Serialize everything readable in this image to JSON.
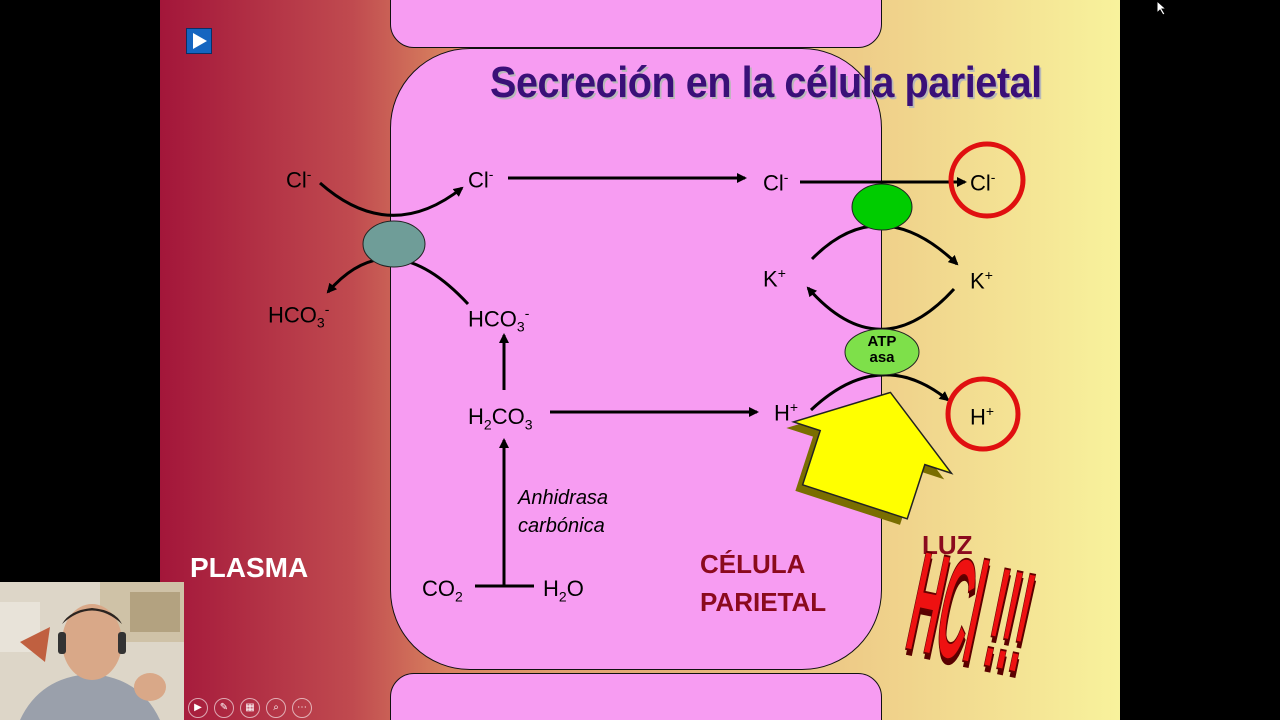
{
  "title": "Secreción en la célula parietal",
  "regions": {
    "plasma": "PLASMA",
    "cell_line1": "CÉLULA",
    "cell_line2": "PARIETAL",
    "lumen": "LUZ"
  },
  "ions": {
    "cl_plasma": "Cl",
    "cl_cell": "Cl",
    "cl_cell_right": "Cl",
    "cl_lumen": "Cl",
    "minus": "-",
    "plus": "+",
    "hco3_plasma": "HCO",
    "hco3_cell": "HCO",
    "sub3": "3",
    "sub2": "2",
    "k_cell": "K",
    "k_lumen": "K",
    "h_cell": "H",
    "h_lumen": "H",
    "h2co3_h": "H",
    "h2co3_co": "CO",
    "co2": "CO",
    "h2o_h": "H",
    "h2o_o": "O"
  },
  "enzyme": {
    "line1": "Anhidrasa",
    "line2": "carbónica"
  },
  "pump": {
    "line1": "ATP",
    "line2": "asa"
  },
  "hcl": "HCl !!!",
  "colors": {
    "title": "#3a1078",
    "cell_fill": "#f79cf2",
    "exchanger": "#6f9d98",
    "channel": "#00cc00",
    "atpase": "#7ee04a",
    "highlight_ring": "#e01010",
    "arrow_big": "#ffff00",
    "hcl": "#ee1111",
    "region_label": "#8b0a1e",
    "play_button": "#1565c0"
  },
  "icons": [
    "play-icon",
    "cursor-icon",
    "pen-icon",
    "slides-icon",
    "zoom-icon",
    "more-icon"
  ]
}
